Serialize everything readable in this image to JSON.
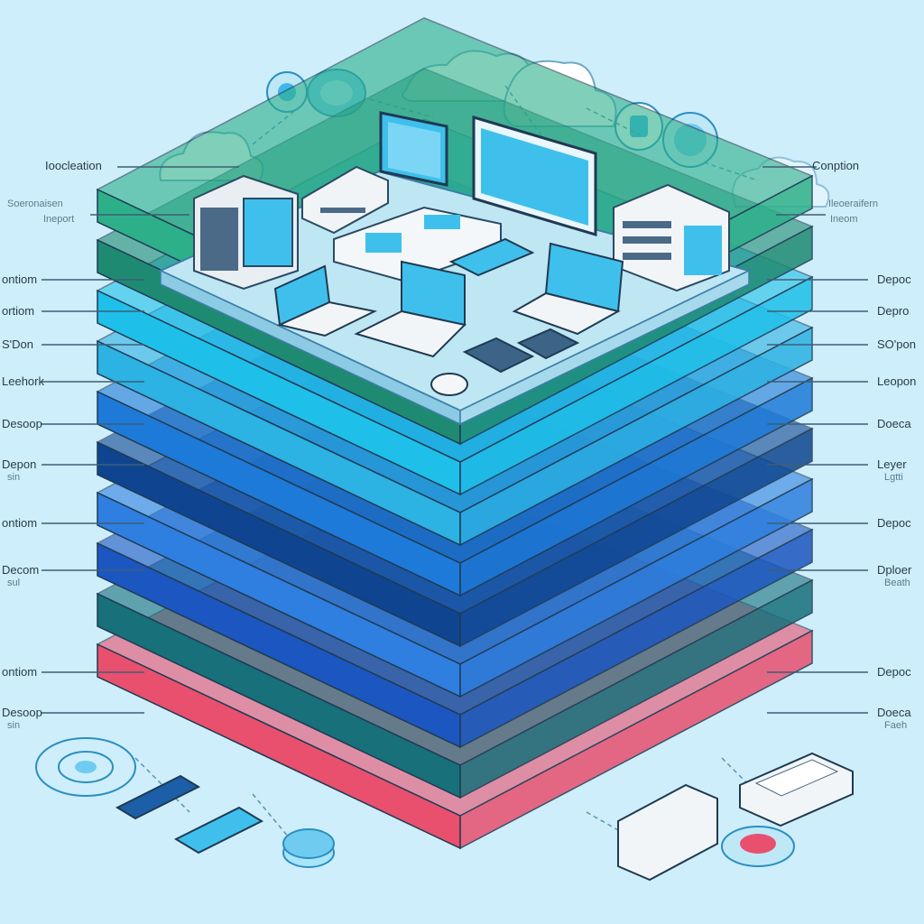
{
  "top_labels": {
    "left_primary": "Ioocleation",
    "left_sub_1": "Soeronaisen",
    "left_sub_2": "Ineport",
    "right_primary": "Conption",
    "right_sub_1": "Ileoeraifern",
    "right_sub_2": "Ineom"
  },
  "left_labels": [
    {
      "text": "ontiom",
      "sub": ""
    },
    {
      "text": "ortiom",
      "sub": ""
    },
    {
      "text": "S'Don",
      "sub": ""
    },
    {
      "text": "Leehork",
      "sub": ""
    },
    {
      "text": "Desoop",
      "sub": ""
    },
    {
      "text": "Depon",
      "sub": "sin"
    },
    {
      "text": "ontiom",
      "sub": ""
    },
    {
      "text": "Decom",
      "sub": "sul"
    },
    {
      "text": "ontiom",
      "sub": ""
    },
    {
      "text": "Desoop",
      "sub": "sin"
    }
  ],
  "right_labels": [
    {
      "text": "Depoc",
      "sub": ""
    },
    {
      "text": "Depro",
      "sub": ""
    },
    {
      "text": "SO'pon",
      "sub": ""
    },
    {
      "text": "Leopon",
      "sub": ""
    },
    {
      "text": "Doeca",
      "sub": ""
    },
    {
      "text": "Leyer",
      "sub": "Lgtti"
    },
    {
      "text": "Depoc",
      "sub": ""
    },
    {
      "text": "Dploer",
      "sub": "Beath"
    },
    {
      "text": "Depoc",
      "sub": ""
    },
    {
      "text": "Doeca",
      "sub": "Faeh"
    }
  ],
  "layer_colors": [
    "#e8506e",
    "#17707a",
    "#1c56c0",
    "#2e7fe0",
    "#0f4590",
    "#1e7ad8",
    "#2cb2e3",
    "#1ec0e9",
    "#1f8a72",
    "#2db08a"
  ],
  "device_icons": [
    "server-icon",
    "monitor-icon",
    "laptop-icon",
    "keyboard-icon",
    "mouse-icon",
    "router-icon",
    "cloud-icon",
    "sync-icon",
    "usb-drive-icon",
    "phone-icon",
    "hard-drive-icon",
    "disk-icon"
  ]
}
